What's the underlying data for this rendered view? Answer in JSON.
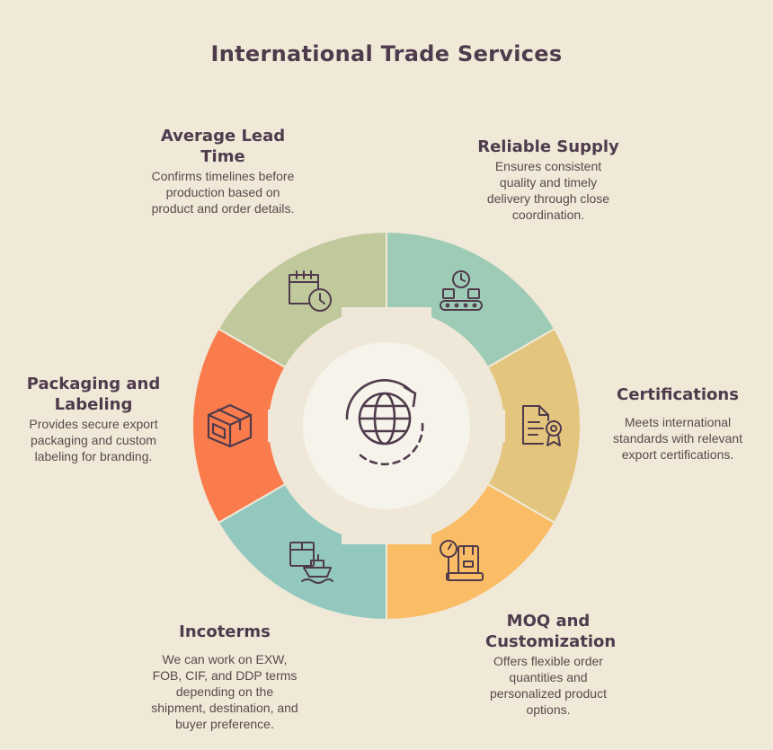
{
  "title": "International Trade Services",
  "center": {
    "icon": "globe-refresh-icon",
    "color": "#f6f3ea"
  },
  "segments": [
    {
      "key": "reliable",
      "title": "Reliable Supply",
      "description": "Ensures consistent quality and timely delivery through close coordination.",
      "color": "#9ecbb5",
      "icon": "conveyor-clock-icon"
    },
    {
      "key": "certs",
      "title": "Certifications",
      "description": "Meets international standards with relevant export certifications.",
      "color": "#e4c57d",
      "icon": "certificate-document-icon"
    },
    {
      "key": "moq",
      "title": "MOQ and Customization",
      "description": "Offers flexible order quantities and personalized product options.",
      "color": "#fbbc66",
      "icon": "scale-package-icon"
    },
    {
      "key": "incoterms",
      "title": "Incoterms",
      "description": "We can work on EXW, FOB, CIF, and DDP terms depending on the shipment, destination, and buyer preference.",
      "color": "#92c8be",
      "icon": "box-ship-icon"
    },
    {
      "key": "packaging",
      "title": "Packaging and Labeling",
      "description": "Provides secure export packaging and custom labeling for branding.",
      "color": "#fa7c4d",
      "icon": "package-box-icon"
    },
    {
      "key": "lead",
      "title": "Average Lead Time",
      "description": "Confirms timelines before production based on product and order details.",
      "color": "#c0c99c",
      "icon": "calendar-clock-icon"
    }
  ]
}
